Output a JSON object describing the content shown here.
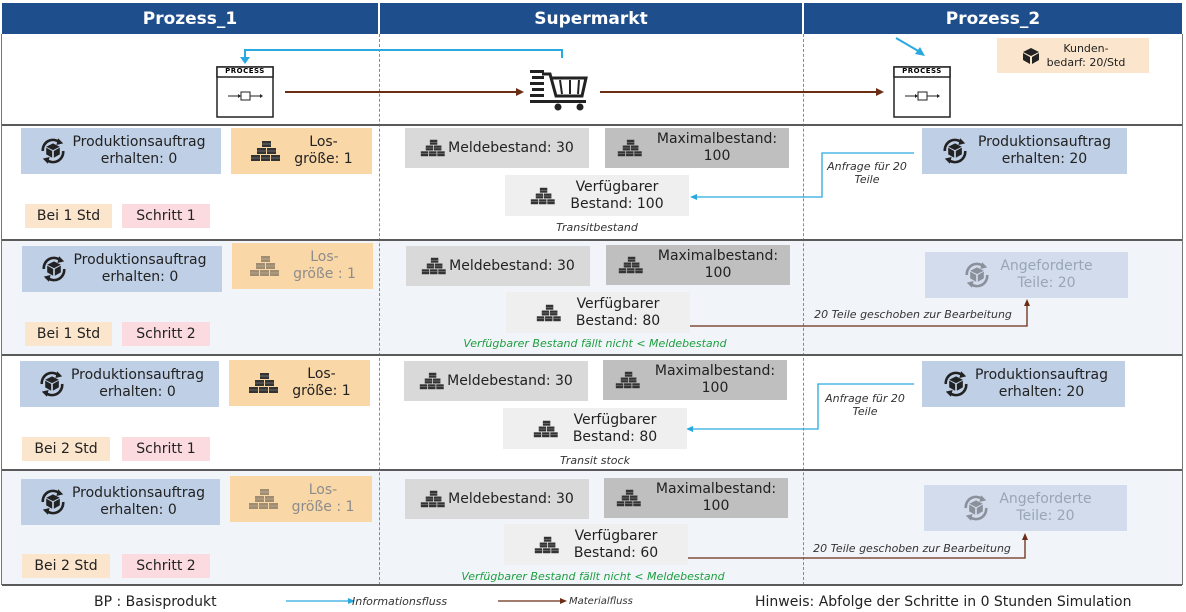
{
  "header": {
    "col1": "Prozess_1",
    "col2": "Supermarkt",
    "col3": "Prozess_2"
  },
  "flow": {
    "process_label": "PROCESS",
    "customer_demand": "Kunden-\nbedarf: 20/Std"
  },
  "rows": [
    {
      "production_order": "Produktionsauftrag\nerhalten: 0",
      "lot_size": "Los-\ngröße: 1",
      "time_tag": "Bei 1 Std",
      "step_tag": "Schritt 1",
      "reorder_point": "Meldebestand: 30",
      "max_stock": "Maximalbestand:\n100",
      "available_stock": "Verfügbarer\nBestand: 100",
      "stock_note": "Transitbestand",
      "right_box": "Produktionsauftrag\nerhalten: 20",
      "flow_note": "Anfrage für 20\nTeile"
    },
    {
      "production_order": "Produktionsauftrag\nerhalten: 0",
      "lot_size": "Los-\ngröße : 1",
      "time_tag": "Bei 1 Std",
      "step_tag": "Schritt 2",
      "reorder_point": "Meldebestand: 30",
      "max_stock": "Maximalbestand:\n100",
      "available_stock": "Verfügbarer\nBestand: 80",
      "stock_note": "Verfügbarer Bestand fällt nicht < Meldebestand",
      "right_box": "Angeforderte\nTeile: 20",
      "flow_note": "20 Teile geschoben zur Bearbeitung"
    },
    {
      "production_order": "Produktionsauftrag\nerhalten: 0",
      "lot_size": "Los-\ngröße: 1",
      "time_tag": "Bei 2 Std",
      "step_tag": "Schritt 1",
      "reorder_point": "Meldebestand: 30",
      "max_stock": "Maximalbestand:\n100",
      "available_stock": "Verfügbarer\nBestand: 80",
      "stock_note": "Transit stock",
      "right_box": "Produktionsauftrag\nerhalten: 20",
      "flow_note": "Anfrage für 20\nTeile"
    },
    {
      "production_order": "Produktionsauftrag\nerhalten: 0",
      "lot_size": "Los-\ngröße : 1",
      "time_tag": "Bei 2 Std",
      "step_tag": "Schritt 2",
      "reorder_point": "Meldebestand: 30",
      "max_stock": "Maximalbestand:\n100",
      "available_stock": "Verfügbarer\nBestand: 60",
      "stock_note": "Verfügbarer Bestand fällt nicht < Meldebestand",
      "right_box": "Angeforderte\nTeile: 20",
      "flow_note": "20 Teile geschoben zur Bearbeitung"
    }
  ],
  "footer": {
    "bp": "BP : Basisprodukt",
    "info_flow": "Informationsfluss",
    "material_flow": "Materialfluss",
    "hint": "Hinweis: Abfolge der Schritte in 0 Stunden Simulation"
  },
  "colors": {
    "header": "#1f4e8c",
    "info_arrow": "#29a9e0",
    "material_arrow": "#6b2d14",
    "blue_box": "#bfcfe6",
    "orange_box": "#fad7a6",
    "green_note": "#1e9e3e"
  },
  "icons": [
    "recycle-box-icon",
    "stacked-boxes-icon",
    "process-icon",
    "cart-icon",
    "box-icon",
    "arrow-icon"
  ]
}
